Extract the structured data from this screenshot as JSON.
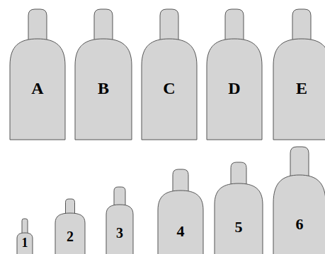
{
  "diagram": {
    "nodes": [
      {
        "text": [
          "A"
        ]
      },
      {
        "text": [
          "B"
        ]
      },
      {
        "text": [
          "C"
        ]
      },
      {
        "text": [
          "D"
        ]
      },
      {
        "text": [
          "E"
        ]
      },
      {
        "text": [
          "1"
        ]
      },
      {
        "text": [
          "2"
        ]
      },
      {
        "text": [
          "3"
        ]
      },
      {
        "text": [
          "4"
        ]
      },
      {
        "text": [
          "5"
        ]
      },
      {
        "text": [
          "6"
        ]
      }
    ]
  }
}
